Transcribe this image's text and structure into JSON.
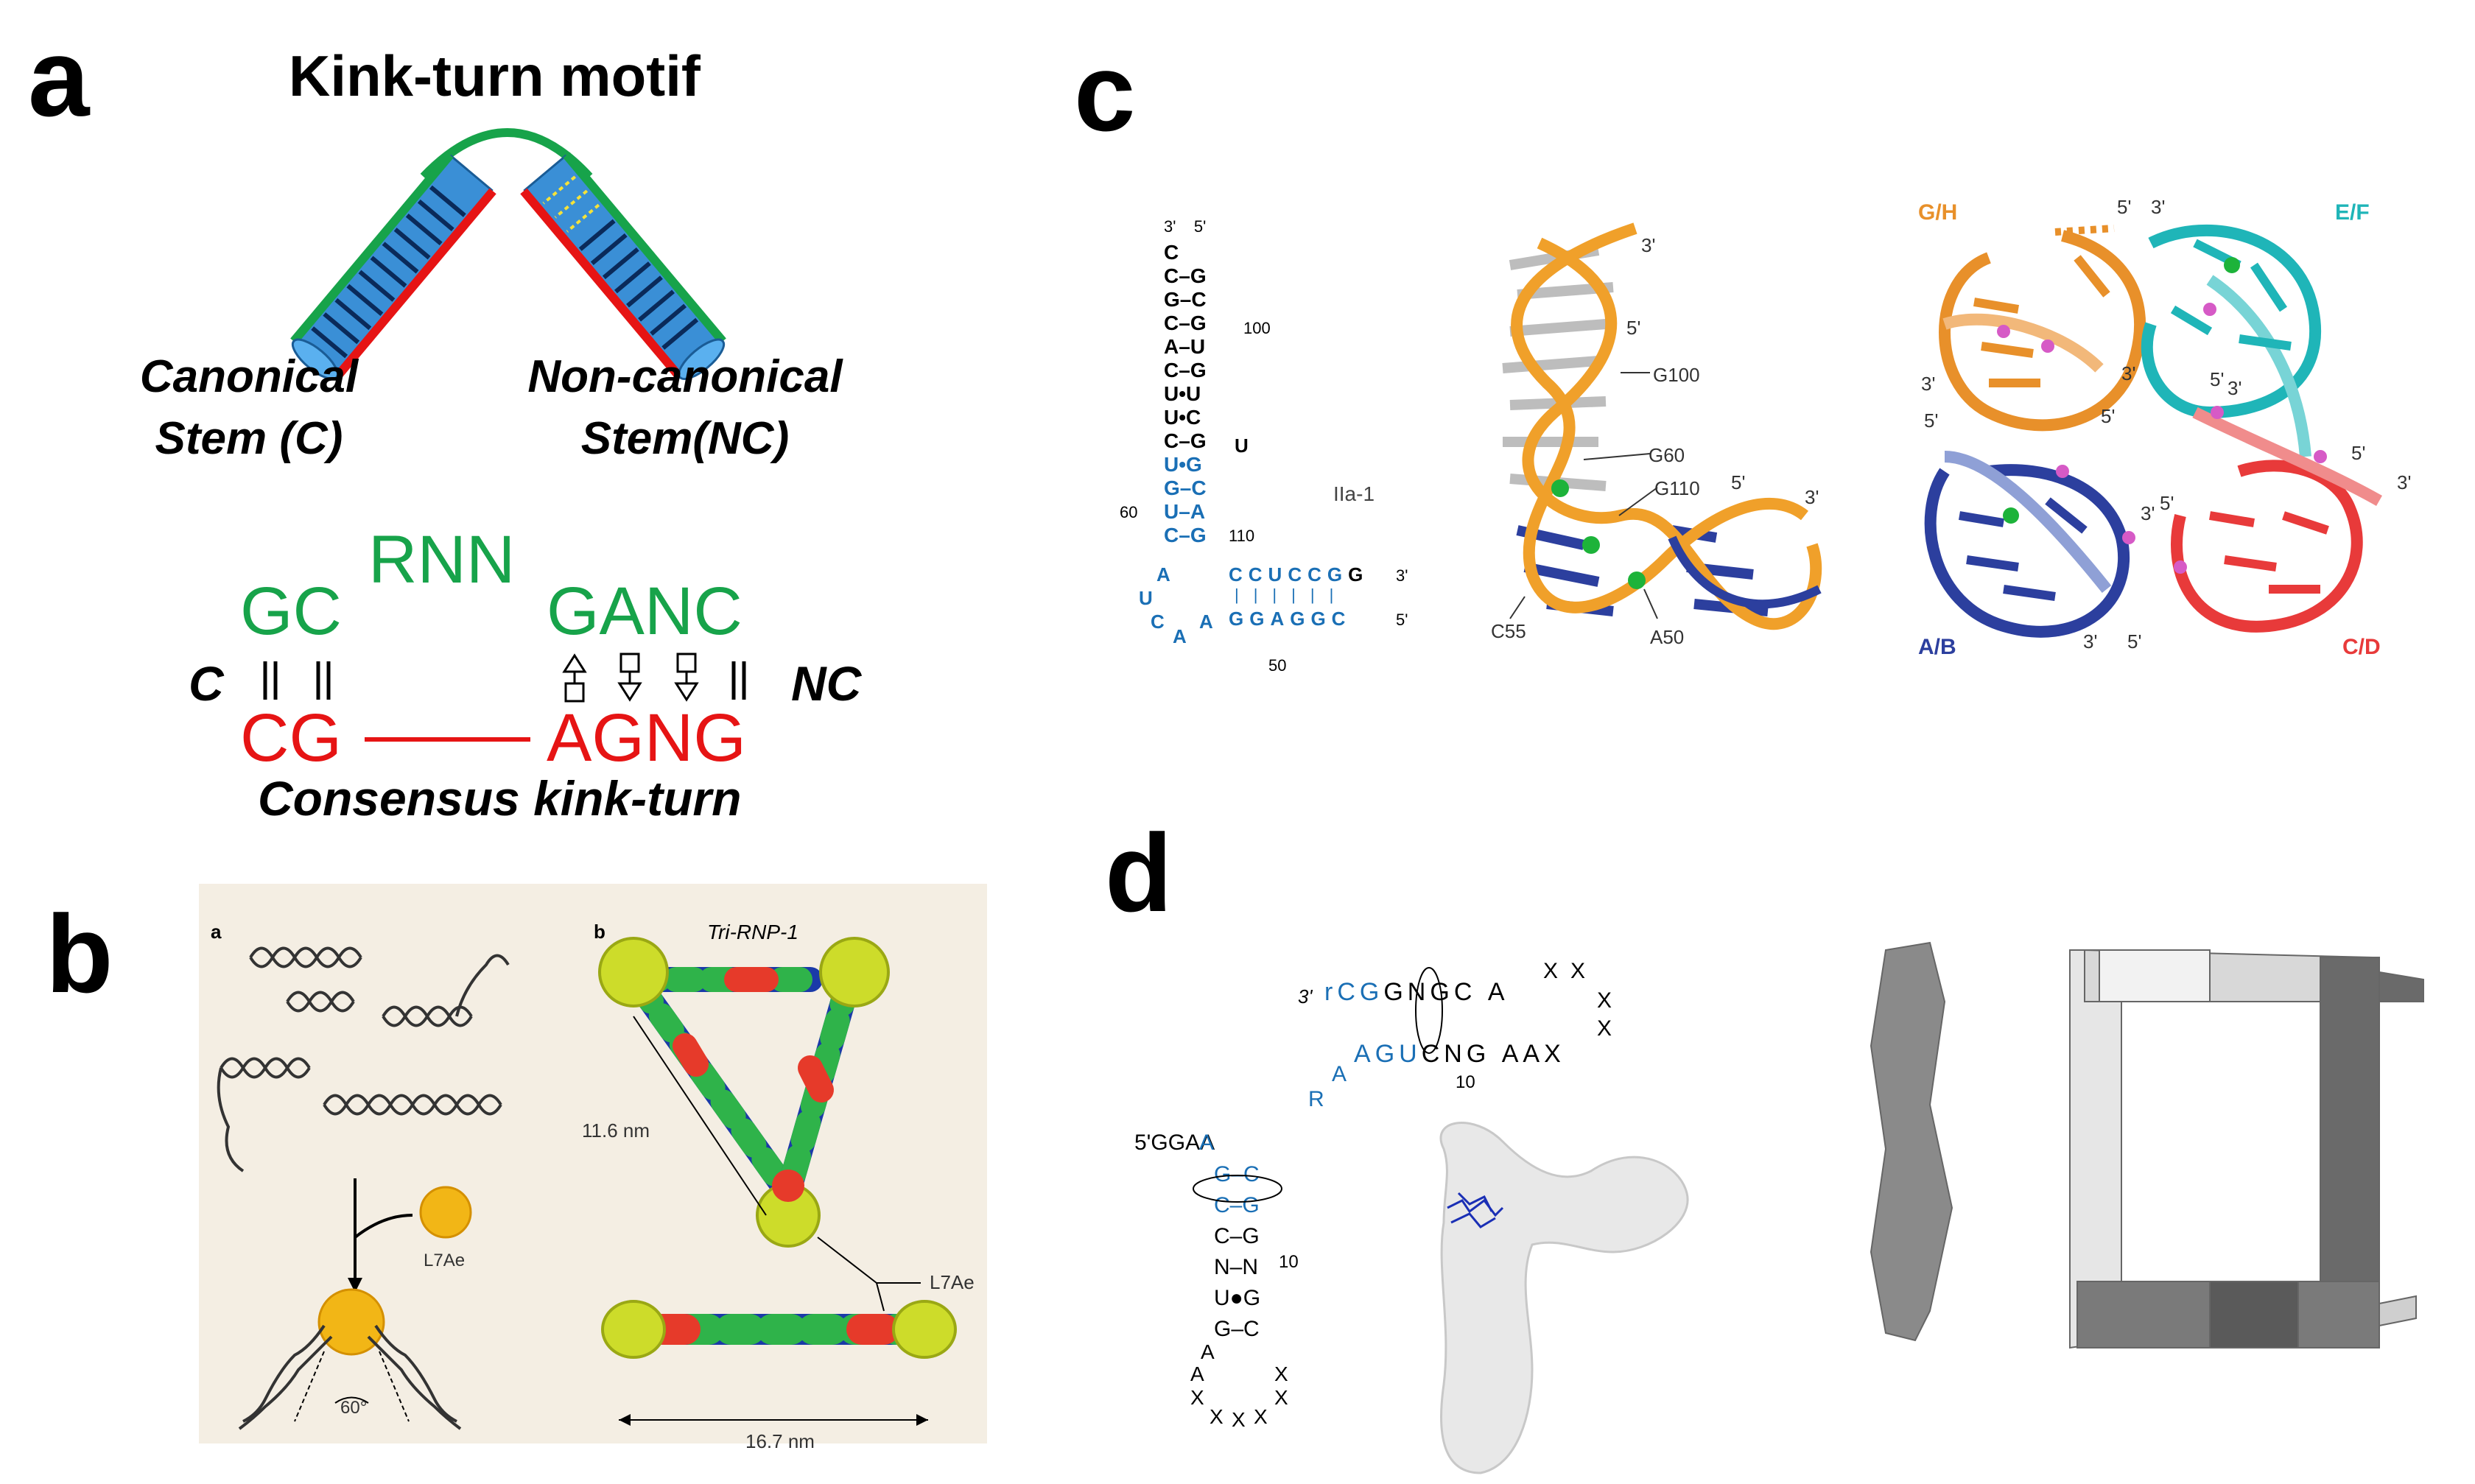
{
  "panels": {
    "a": {
      "letter": "a",
      "title": "Kink-turn motif",
      "canonical": [
        "Canonical",
        "Stem (C)"
      ],
      "noncanonical": [
        "Non-canonical",
        "Stem(NC)"
      ],
      "top_left": "GC",
      "loop": "RNN",
      "top_right": "GANC",
      "bottom_left": "CG",
      "bottom_right": "AGNG",
      "side_c": "C",
      "side_nc": "NC",
      "caption": "Consensus kink-turn",
      "colors": {
        "green": "#17a34a",
        "red": "#e61414",
        "blue": "#1e7fc9"
      }
    },
    "b": {
      "letter": "b",
      "sub_a": "a",
      "sub_b": "b",
      "protein": "L7Ae",
      "angle": "60°",
      "tri_title": "Tri-RNP-1",
      "dim1": "11.6 nm",
      "dim2": "16.7 nm",
      "protein_label": "L7Ae"
    },
    "c": {
      "letter": "c",
      "sec_top": [
        "3'",
        "5'"
      ],
      "sec_rows": [
        [
          "C",
          ""
        ],
        [
          "C",
          "G"
        ],
        [
          "G",
          "C"
        ],
        [
          "C",
          "G"
        ],
        [
          "A",
          "U"
        ],
        [
          "C",
          "G"
        ],
        [
          "U",
          "U"
        ],
        [
          "U",
          "C"
        ],
        [
          "C",
          "G"
        ],
        [
          "U",
          "G"
        ],
        [
          "G",
          "C"
        ],
        [
          "U",
          "A"
        ],
        [
          "C",
          "G"
        ]
      ],
      "num_100": "100",
      "num_60": "60",
      "num_110": "110",
      "num_50": "50",
      "loop_u": "U",
      "bulge": [
        "A",
        "U",
        "C",
        "A",
        "A"
      ],
      "strand_top": "CCUCCG",
      "strand_top_end": "G",
      "strand_bot": "GGAGGC",
      "end_3": "3'",
      "end_5": "5'",
      "name": "IIa-1",
      "s3d_labels": [
        "3'",
        "5'",
        "G100",
        "G60",
        "G110",
        "5'",
        "3'",
        "C55",
        "A50"
      ],
      "ring_labels": {
        "gh": "G/H",
        "ef": "E/F",
        "ab": "A/B",
        "cd": "C/D",
        "ends": [
          "5'",
          "3'",
          "3'",
          "5'",
          "3'",
          "5'",
          "5'",
          "3'",
          "5'",
          "3'",
          "3'",
          "5'",
          "5'",
          "3'"
        ]
      },
      "ring_colors": {
        "gh": "#e8902a",
        "ef": "#1fb5b8",
        "ab": "#2c3f9e",
        "cd": "#e83a3a"
      }
    },
    "d": {
      "letter": "d",
      "top_3": "3'",
      "top_strand": [
        "r",
        "C",
        "G",
        "G",
        "N",
        "G",
        "C",
        "A",
        "X",
        "X"
      ],
      "bot_strand": [
        "A",
        "G",
        "U",
        "C",
        "N",
        "G",
        "A",
        "A",
        "X"
      ],
      "loop_x": [
        "X",
        "X"
      ],
      "num_10a": "10",
      "r_label": "R",
      "a_label": "A",
      "five_prime": "5'GGAA",
      "stem_rows": [
        [
          "G",
          "C"
        ],
        [
          "C",
          "G"
        ],
        [
          "C",
          "G"
        ],
        [
          "N",
          "N"
        ],
        [
          "U",
          "G"
        ],
        [
          "G",
          "C"
        ]
      ],
      "num_10b": "10",
      "bottom_loop": [
        "A",
        "A",
        "X",
        "X",
        "X",
        "X",
        "X",
        "X"
      ]
    }
  }
}
